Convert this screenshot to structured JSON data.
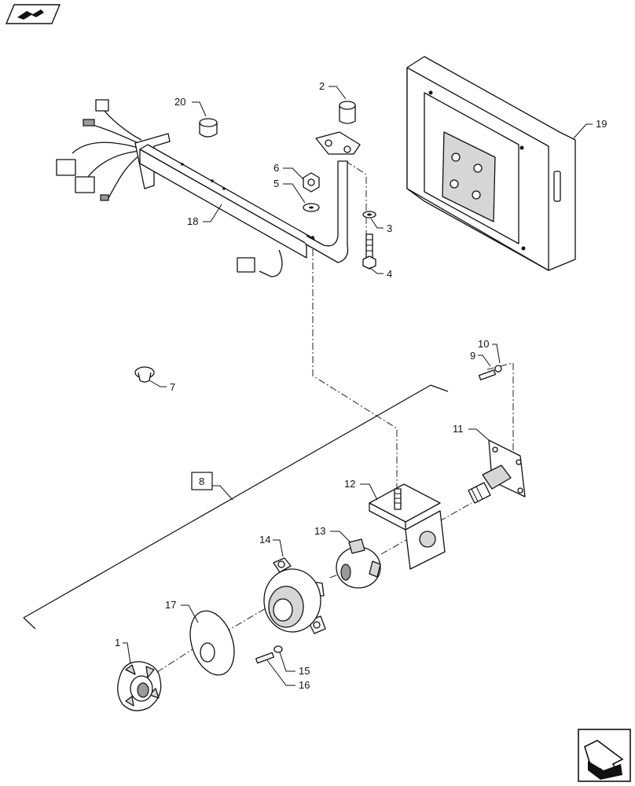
{
  "diagram": {
    "callouts": [
      {
        "id": "1",
        "text": "1"
      },
      {
        "id": "2",
        "text": "2"
      },
      {
        "id": "3",
        "text": "3"
      },
      {
        "id": "4",
        "text": "4"
      },
      {
        "id": "5",
        "text": "5"
      },
      {
        "id": "6",
        "text": "6"
      },
      {
        "id": "7",
        "text": "7"
      },
      {
        "id": "8",
        "text": "8"
      },
      {
        "id": "9",
        "text": "9"
      },
      {
        "id": "10",
        "text": "10"
      },
      {
        "id": "11",
        "text": "11"
      },
      {
        "id": "12",
        "text": "12"
      },
      {
        "id": "13",
        "text": "13"
      },
      {
        "id": "14",
        "text": "14"
      },
      {
        "id": "15",
        "text": "15"
      },
      {
        "id": "16",
        "text": "16"
      },
      {
        "id": "17",
        "text": "17"
      },
      {
        "id": "18",
        "text": "18"
      },
      {
        "id": "19",
        "text": "19"
      },
      {
        "id": "20",
        "text": "20"
      }
    ],
    "icons": {
      "top_left": "previous-page-arrow-icon",
      "bottom_right": "next-page-arrow-icon"
    }
  }
}
